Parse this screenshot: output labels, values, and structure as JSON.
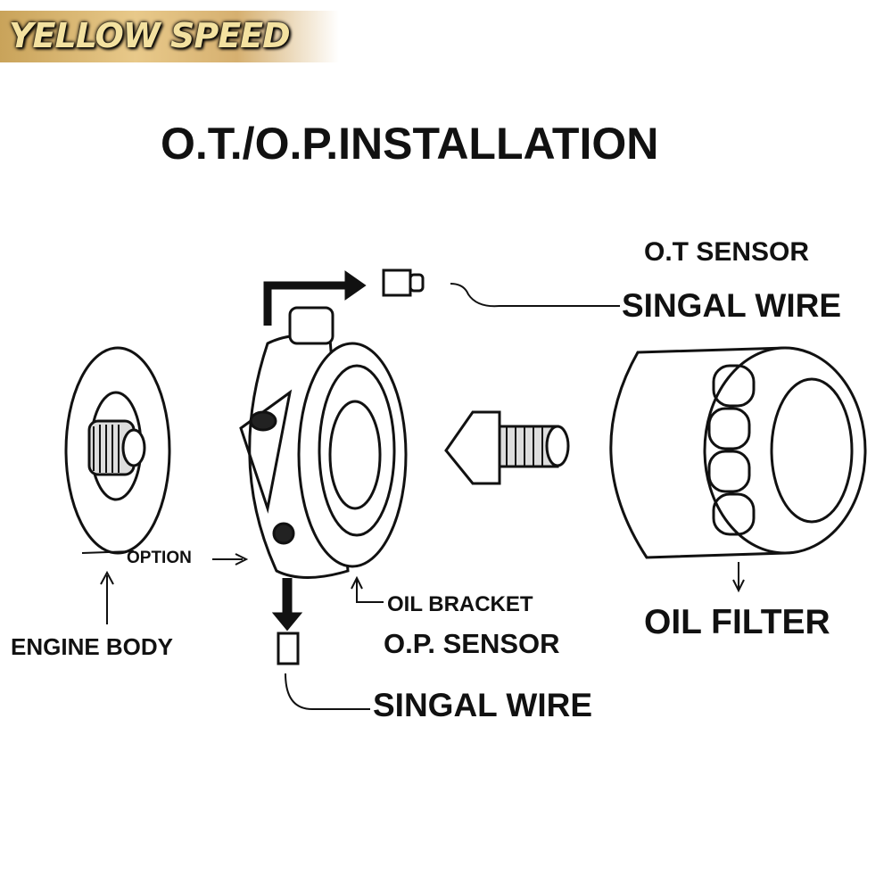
{
  "logo": {
    "text": "YELLOW SPEED"
  },
  "title": "O.T./O.P.INSTALLATION",
  "labels": {
    "ot_sensor": "O.T SENSOR",
    "ot_signal_wire": "SINGAL WIRE",
    "option": "OPTION",
    "engine_body": "ENGINE BODY",
    "oil_bracket": "OIL BRACKET",
    "op_sensor": "O.P. SENSOR",
    "op_signal_wire": "SINGAL WIRE",
    "oil_filter": "OIL FILTER"
  }
}
